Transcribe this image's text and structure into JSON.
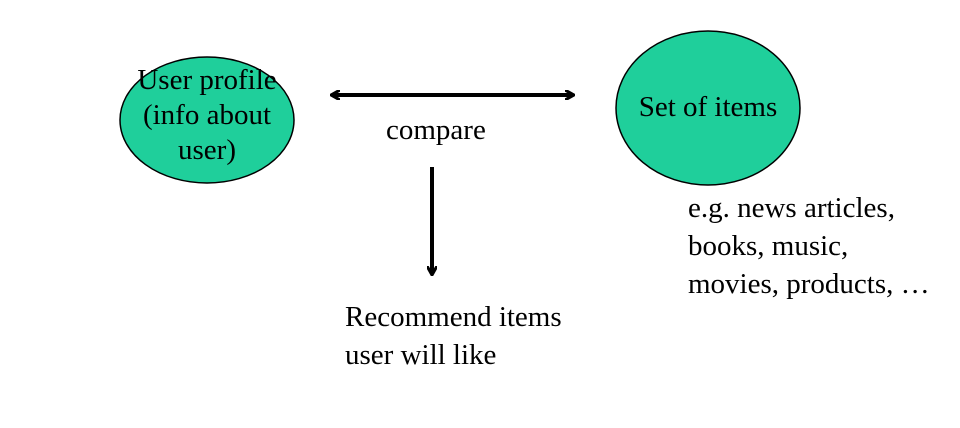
{
  "diagram": {
    "user_profile": {
      "lines": [
        "User profile",
        "(info about",
        "user)"
      ]
    },
    "set_of_items": {
      "label": "Set of items"
    },
    "compare_label": "compare",
    "items_examples": {
      "lines": [
        "e.g. news articles,",
        "books, music,",
        "movies, products, …"
      ]
    },
    "recommend": {
      "lines": [
        "Recommend items",
        "user will like"
      ]
    },
    "colors": {
      "ellipse_fill": "#1fcf9b",
      "ellipse_stroke": "#000000",
      "arrow": "#000000"
    }
  }
}
